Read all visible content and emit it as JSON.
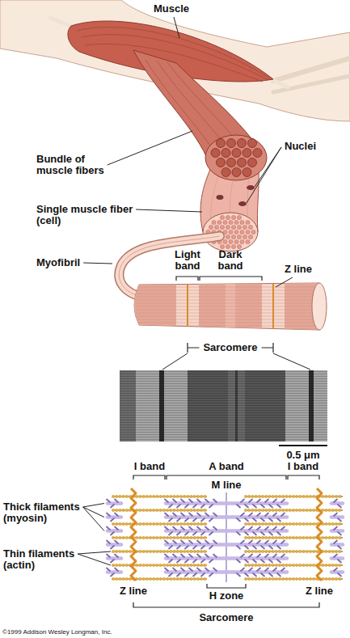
{
  "diagram": {
    "labels": [
      "Muscle",
      "Bundle of muscle fibers",
      "Nuclei",
      "Single muscle fiber (cell)",
      "Myofibril",
      "Light band",
      "Dark band",
      "Z line",
      "Sarcomere",
      "0.5 μm",
      "I band",
      "A band",
      "I band",
      "M line",
      "Thick filaments (myosin)",
      "Thin filaments (actin)",
      "Z line",
      "H zone",
      "Z line",
      "Sarcomere",
      "©1999 Addison Wesley Longman, Inc."
    ]
  }
}
